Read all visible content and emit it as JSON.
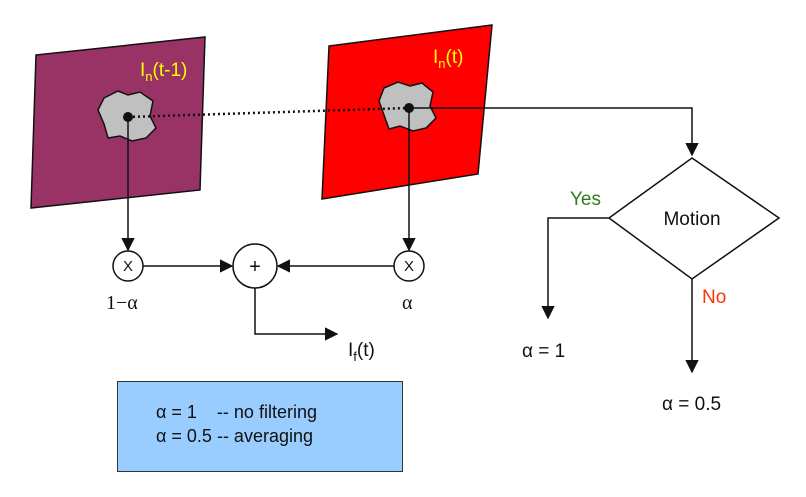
{
  "frames": {
    "prev": {
      "label_main": "I",
      "label_sub": "n",
      "label_rest": "(t-1)",
      "fill": "#993366",
      "label_color": "#ffff00"
    },
    "curr": {
      "label_main": "I",
      "label_sub": "n",
      "label_rest": "(t)",
      "fill": "#ff0000",
      "label_color": "#ffff00"
    }
  },
  "nodes": {
    "mult_left": "X",
    "mult_right": "X",
    "sum": "+"
  },
  "labels": {
    "one_minus_alpha": "1−α",
    "alpha": "α",
    "output_main": "I",
    "output_sub": "f",
    "output_rest": "(t)"
  },
  "decision": {
    "text": "Motion",
    "yes": "Yes",
    "no": "No",
    "yes_color": "#2e7d1a",
    "no_color": "#ff3300",
    "yes_result": "α = 1",
    "no_result": "α = 0.5"
  },
  "legend": {
    "line1": "α = 1    -- no filtering",
    "line2": "α = 0.5 -- averaging",
    "fill": "#99ccff"
  }
}
